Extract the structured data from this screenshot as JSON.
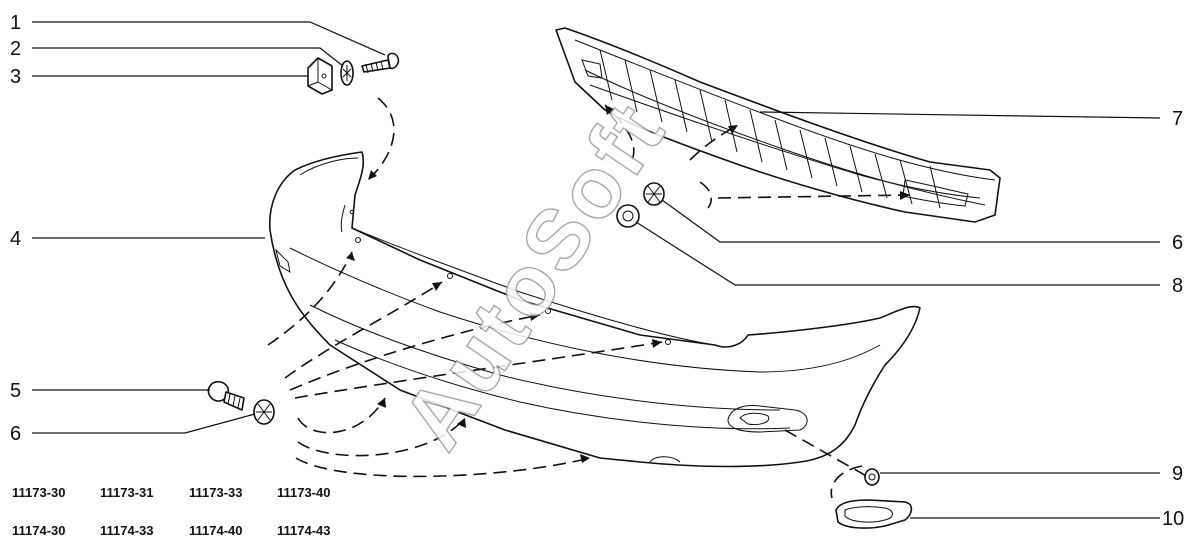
{
  "callouts": {
    "c1": "1",
    "c2": "2",
    "c3": "3",
    "c4": "4",
    "c5": "5",
    "c6a": "6",
    "c6b": "6",
    "c7": "7",
    "c8": "8",
    "c9": "9",
    "c10": "10"
  },
  "models": {
    "row1": [
      "11173-30",
      "11173-31",
      "11173-33",
      "11173-40"
    ],
    "row2": [
      "11174-30",
      "11174-33",
      "11174-40",
      "11174-43"
    ]
  },
  "watermark": "AutoSoft"
}
